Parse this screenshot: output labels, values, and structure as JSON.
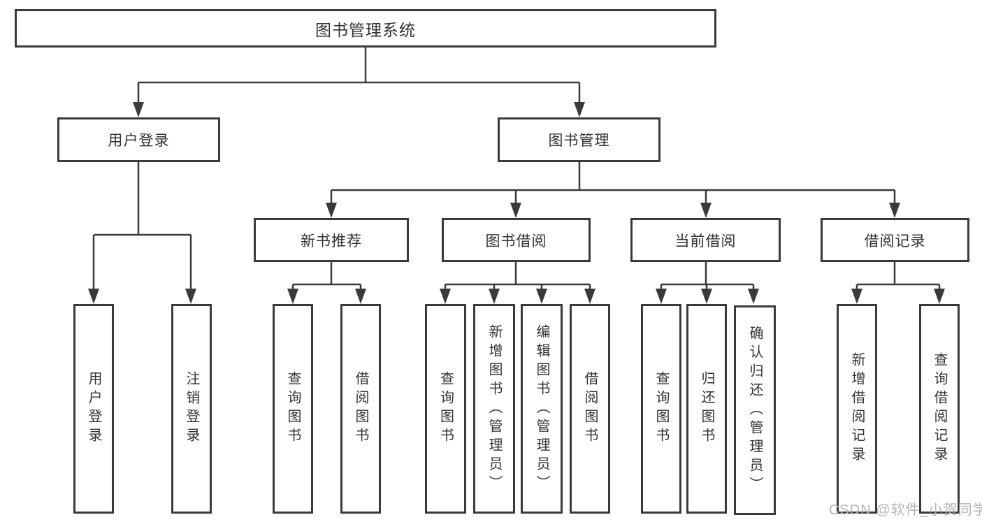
{
  "diagram": {
    "root": {
      "label": "图书管理系统"
    },
    "level2": [
      {
        "label": "用户登录"
      },
      {
        "label": "图书管理"
      }
    ],
    "level3": [
      {
        "label": "新书推荐"
      },
      {
        "label": "图书借阅"
      },
      {
        "label": "当前借阅"
      },
      {
        "label": "借阅记录"
      }
    ],
    "leaves": {
      "user_login": [
        {
          "label": "用户登录"
        },
        {
          "label": "注销登录"
        }
      ],
      "new_books": [
        {
          "label": "查询图书"
        },
        {
          "label": "借阅图书"
        }
      ],
      "book_borrow": [
        {
          "label": "查询图书"
        },
        {
          "label": "新增图书（管理员）"
        },
        {
          "label": "编辑图书（管理员）"
        },
        {
          "label": "借阅图书"
        }
      ],
      "current_borrow": [
        {
          "label": "查询图书"
        },
        {
          "label": "归还图书"
        },
        {
          "label": "确认归还（管理员）"
        }
      ],
      "borrow_records": [
        {
          "label": "新增借阅记录"
        },
        {
          "label": "查询借阅记录"
        }
      ]
    },
    "watermark": "CSDN @软件_小贺同学",
    "colors": {
      "line": "#3a3a3a",
      "text": "#333333",
      "watermark": "#b5b5b5",
      "background": "#ffffff"
    }
  }
}
